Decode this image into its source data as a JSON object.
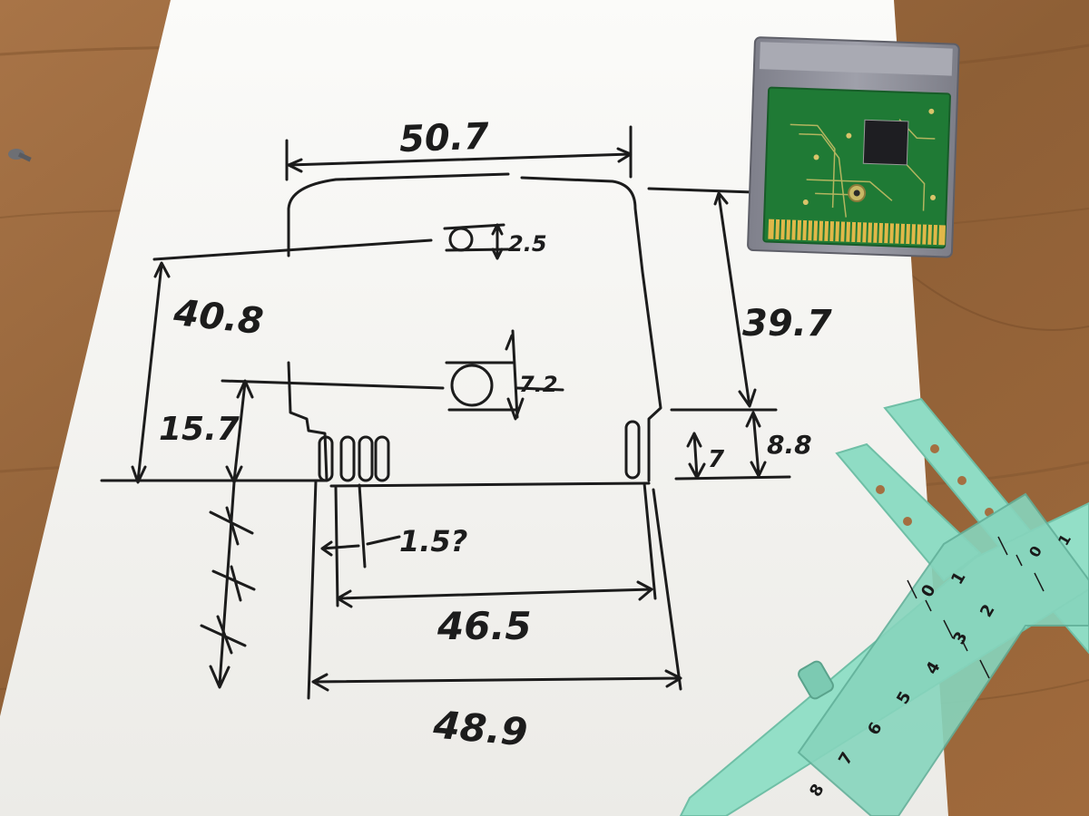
{
  "sketch": {
    "dimensions": {
      "top_width": "50.7",
      "top_hole": "2.5",
      "left_height": "40.8",
      "right_height": "39.7",
      "center_hole": "7.2",
      "lower_left": "15.7",
      "small_notch": "7",
      "notch_total": "8.8",
      "slot_gap": "1.5?",
      "inner_width": "46.5",
      "outer_width": "48.9"
    }
  },
  "caliper": {
    "scale_labels": [
      "0",
      "1",
      "2",
      "3",
      "4",
      "5",
      "6",
      "7",
      "8"
    ],
    "vernier_labels": [
      "0",
      "1"
    ]
  },
  "colors": {
    "table": "#9a6a3e",
    "paper": "#f7f7f4",
    "ink": "#1c1c1c",
    "pcb": "#1f7a35",
    "caliper": "#8fdcc4",
    "cartridge_shell": "#8d8e99"
  }
}
